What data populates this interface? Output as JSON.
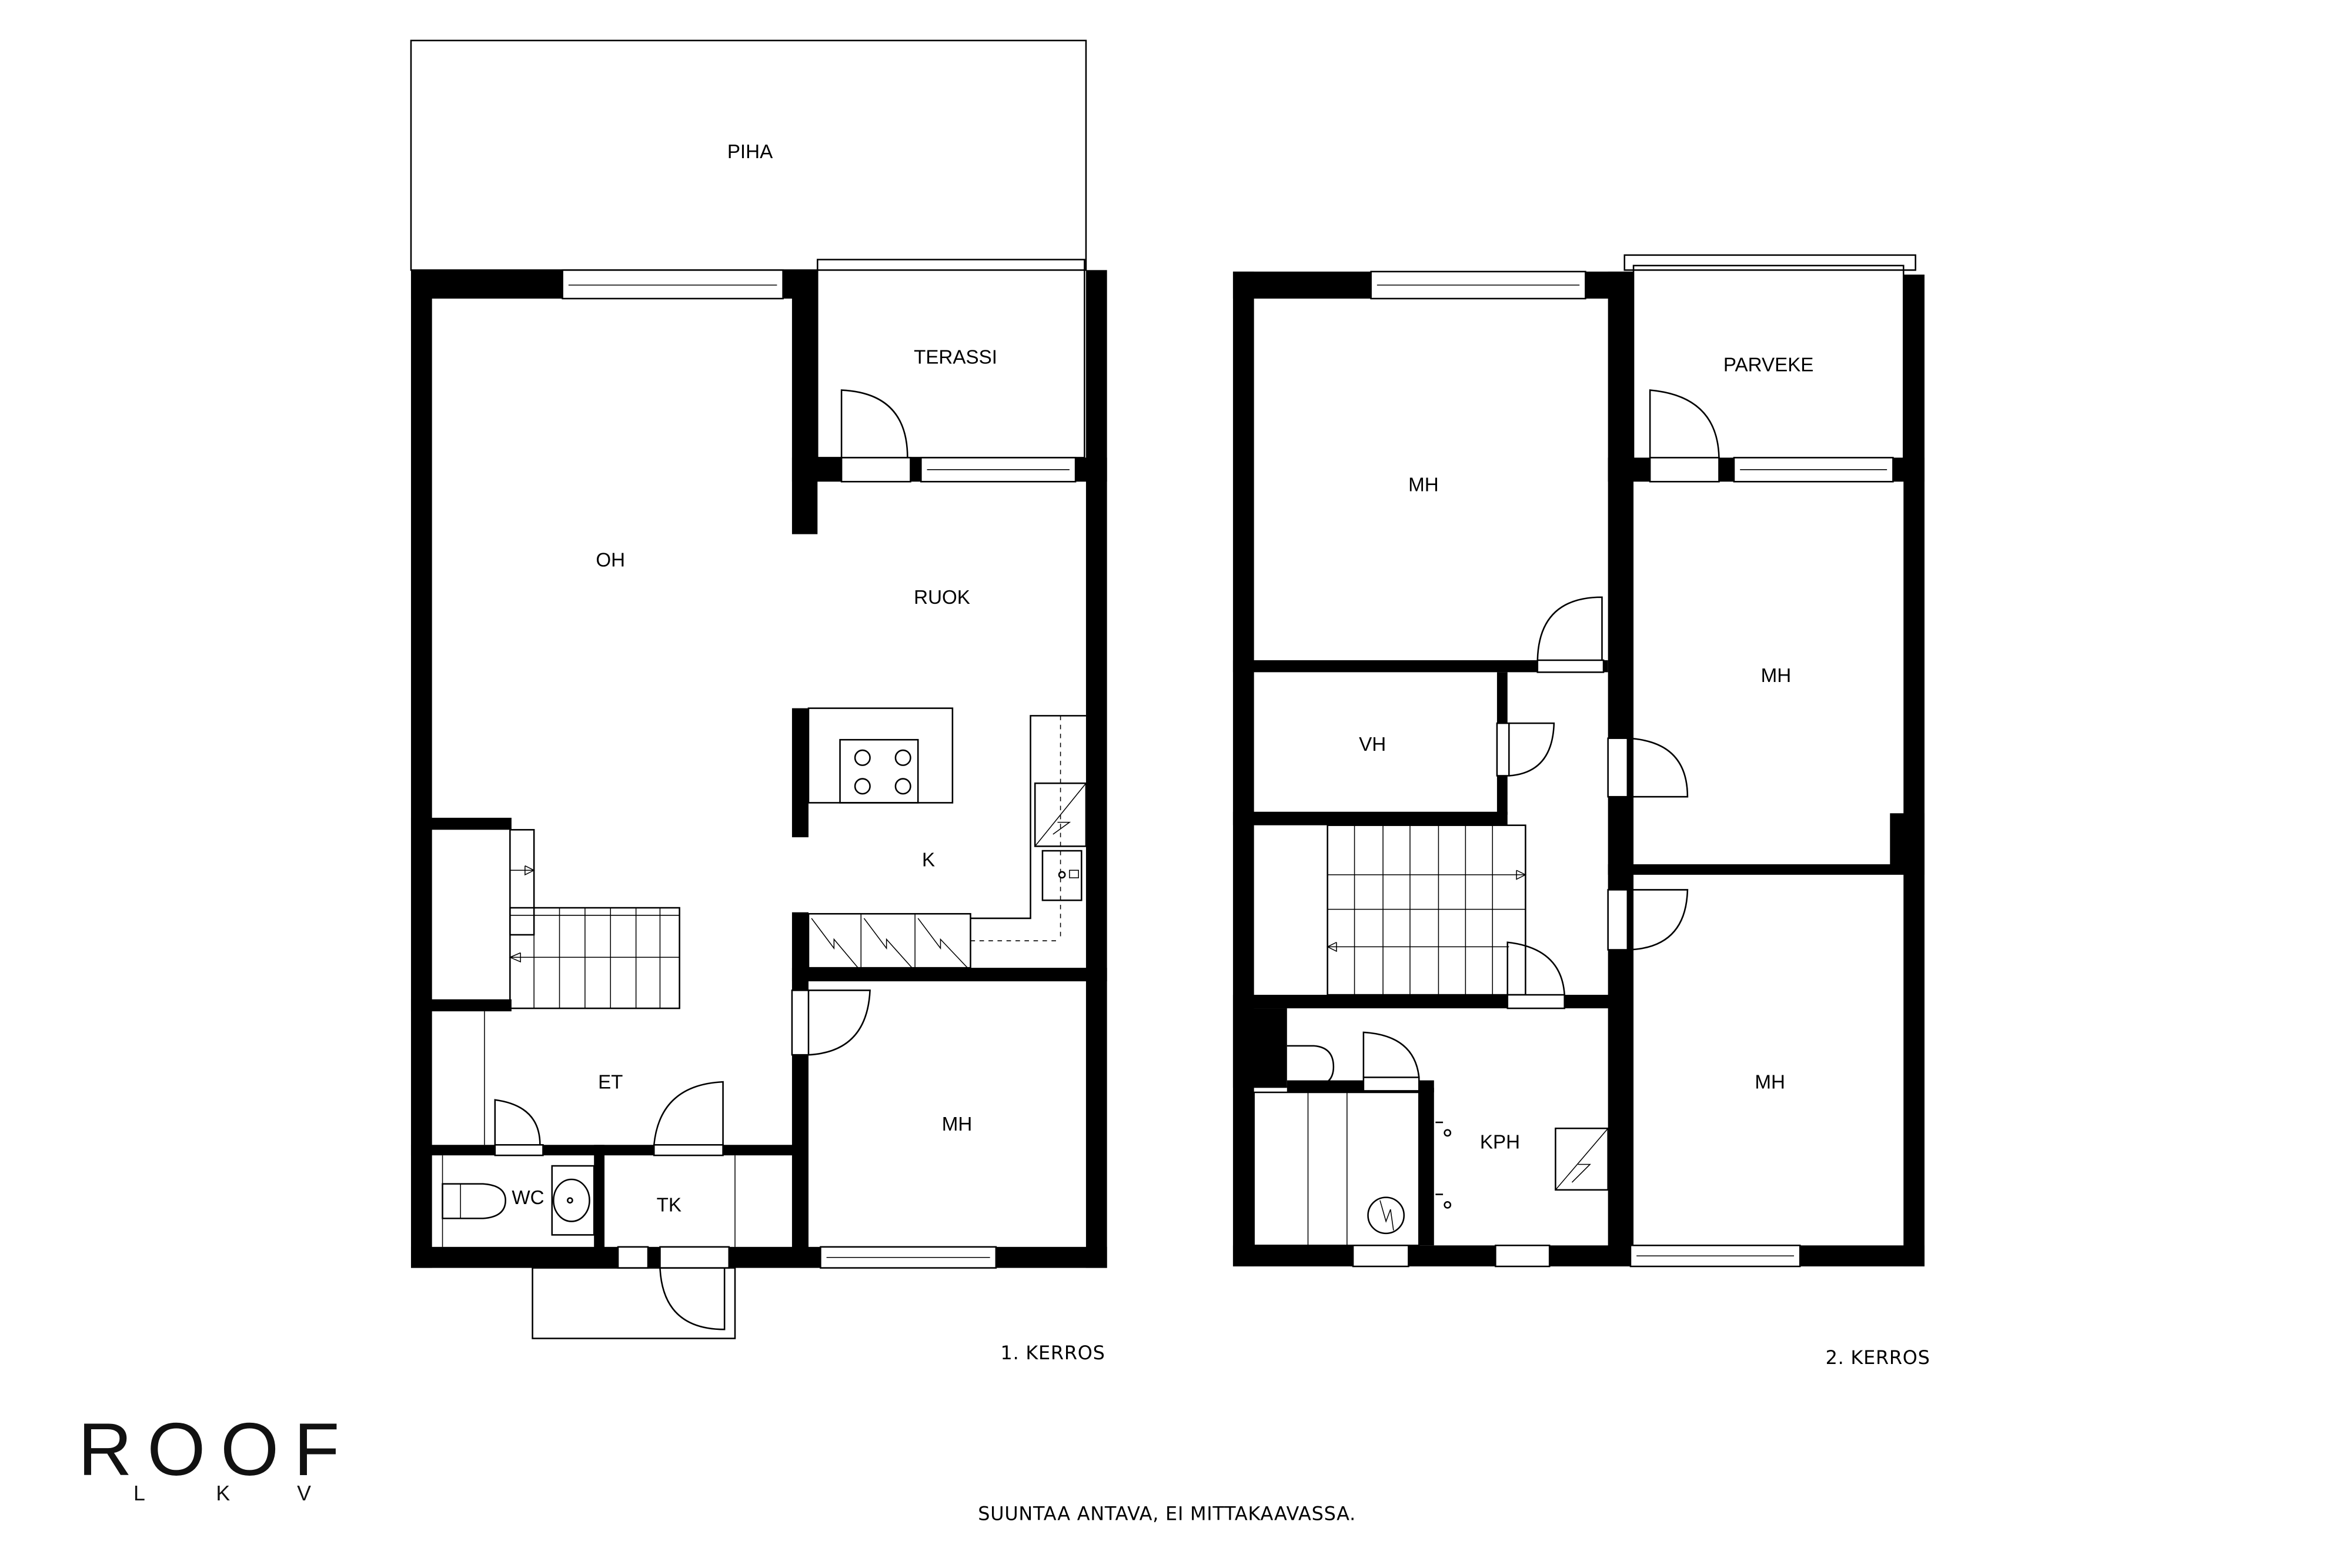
{
  "floor1": {
    "caption": "1. KERROS",
    "rooms": {
      "yard": "PIHA",
      "terrace": "TERASSI",
      "living_room": "OH",
      "dining": "RUOK",
      "kitchen": "K",
      "entrance": "ET",
      "bedroom": "MH",
      "wc": "WC",
      "utility": "TK"
    }
  },
  "floor2": {
    "caption": "2. KERROS",
    "rooms": {
      "balcony": "PARVEKE",
      "bedroom_top_left": "MH",
      "bedroom_right_middle": "MH",
      "bedroom_right_bottom": "MH",
      "walk_in_closet": "VH",
      "bathroom": "KPH"
    }
  },
  "brand": {
    "name": "ROOF",
    "sub_letters": [
      "L",
      "K",
      "V"
    ]
  },
  "disclaimer": "SUUNTAA ANTAVA, EI MITTAKAAVASSA."
}
